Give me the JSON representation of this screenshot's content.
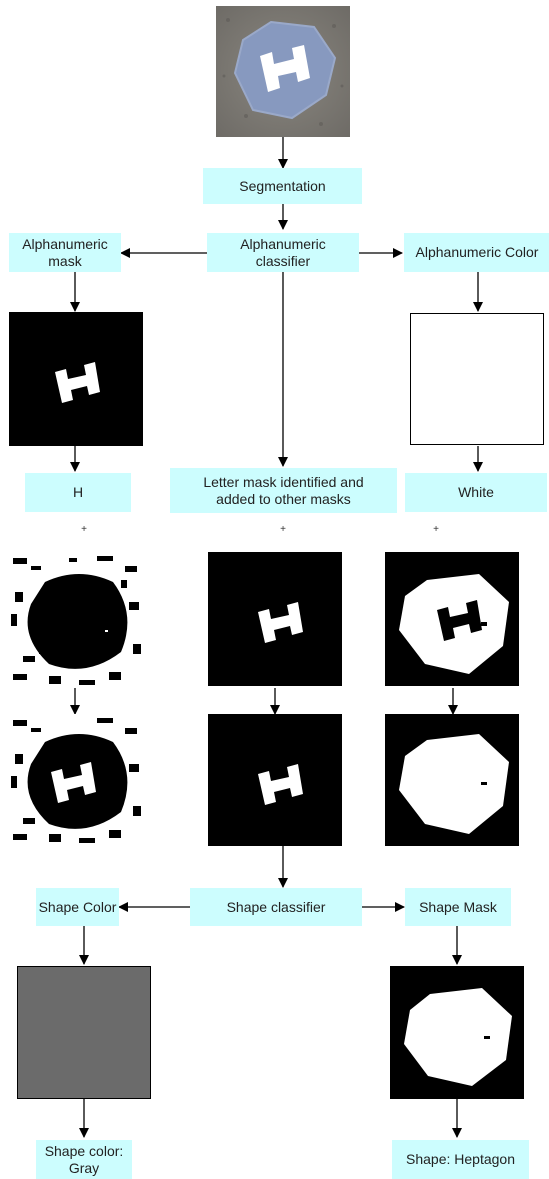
{
  "diagram": {
    "nodes": {
      "segmentation": "Segmentation",
      "alpha_mask": "Alphanumeric\nmask",
      "alpha_classifier": "Alphanumeric\nclassifier",
      "alpha_color": "Alphanumeric Color",
      "letter_result": "H",
      "letter_mask_note": "Letter mask identified and\nadded to other masks",
      "color_result": "White",
      "shape_color": "Shape Color",
      "shape_classifier": "Shape classifier",
      "shape_mask": "Shape Mask",
      "shape_color_result": "Shape color:\nGray",
      "shape_result": "Shape: Heptagon"
    },
    "plus_sign": "+",
    "colors": {
      "box_fill": "#ccfdfe",
      "arrow": "#000000",
      "gray_swatch": "#6b6b6b",
      "target_blue": "#8799bf",
      "background_asphalt": "#7d7a75"
    },
    "images": [
      "input-photo-heptagon-target",
      "alphanumeric-mask-image",
      "alphanumeric-color-swatch",
      "background-mask-image",
      "letter-mask-image",
      "shape-hole-mask-image",
      "combined-background-mask-image",
      "combined-letter-mask-image",
      "filled-shape-mask-image",
      "gray-color-swatch",
      "final-shape-mask-image"
    ]
  }
}
